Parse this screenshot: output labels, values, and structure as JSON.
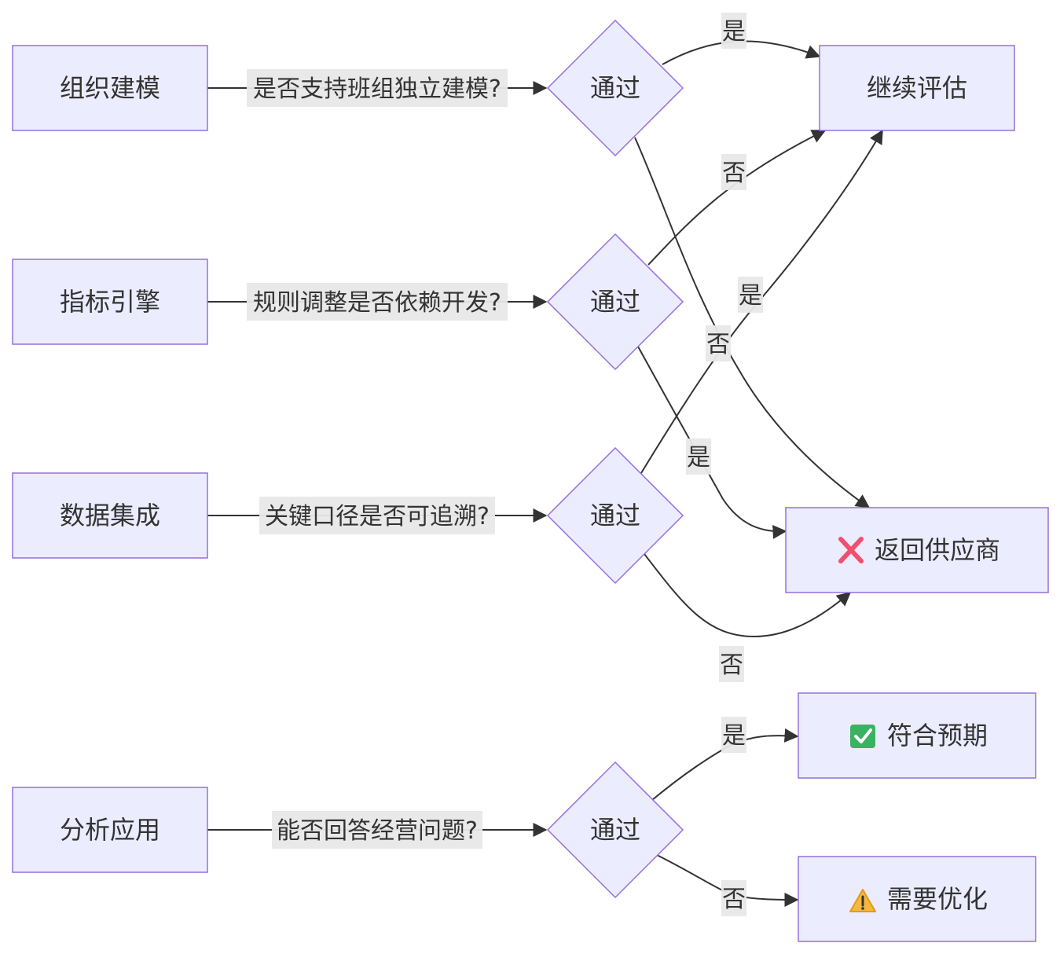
{
  "nodes": {
    "org": "组织建模",
    "metric": "指标引擎",
    "data": "数据集成",
    "analysis": "分析应用",
    "decision": "通过",
    "continue": "继续评估",
    "return": "返回供应商",
    "meets": "符合预期",
    "optimize": "需要优化"
  },
  "questions": {
    "org": "是否支持班组独立建模?",
    "metric": "规则调整是否依赖开发?",
    "data": "关键口径是否可追溯?",
    "analysis": "能否回答经营问题?"
  },
  "edge_labels": {
    "yes": "是",
    "no": "否"
  },
  "icons": {
    "return": "cross-mark-icon",
    "meets": "check-mark-icon",
    "optimize": "warning-icon"
  },
  "colors": {
    "node_fill": "#ECECFF",
    "node_stroke": "#9370DB",
    "edge": "#333333",
    "label_bg": "#e8e8e8"
  }
}
